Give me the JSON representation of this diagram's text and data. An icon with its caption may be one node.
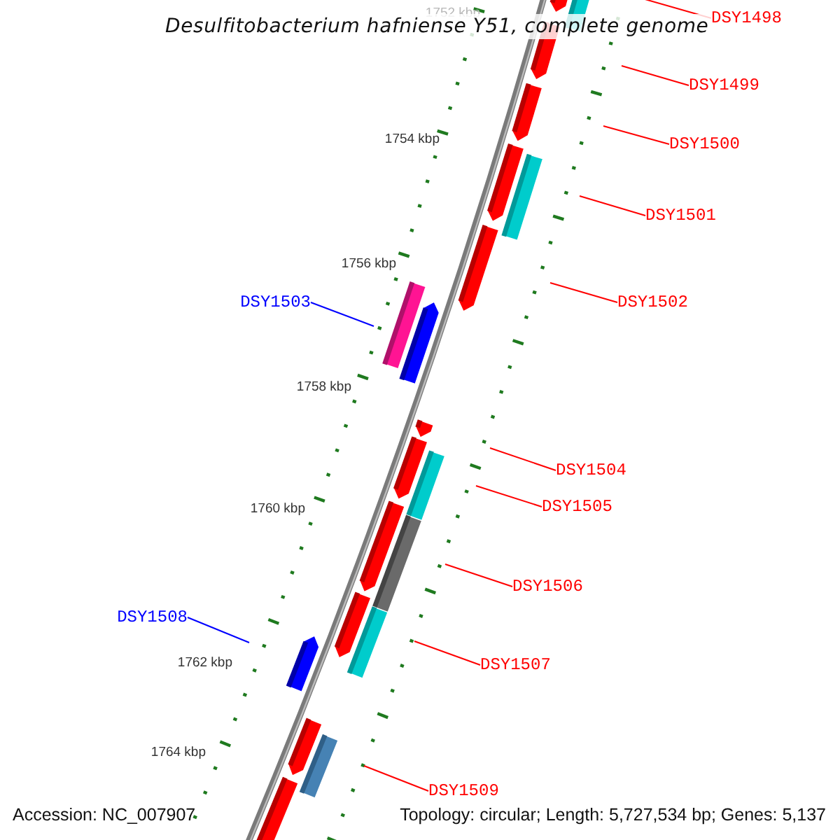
{
  "diagram": {
    "title": "Desulfitobacterium hafniense Y51, complete genome",
    "nodes": [
      {
        "text": [
          "DSY1498"
        ]
      },
      {
        "text": [
          "DSY1499"
        ]
      },
      {
        "text": [
          "DSY1500"
        ]
      },
      {
        "text": [
          "DSY1501"
        ]
      },
      {
        "text": [
          "DSY1502"
        ]
      },
      {
        "text": [
          "DSY1503"
        ]
      },
      {
        "text": [
          "DSY1504"
        ]
      },
      {
        "text": [
          "DSY1505"
        ]
      },
      {
        "text": [
          "DSY1506"
        ]
      },
      {
        "text": [
          "DSY1507"
        ]
      },
      {
        "text": [
          "DSY1508"
        ]
      },
      {
        "text": [
          "DSY1509"
        ]
      }
    ],
    "edges": [
      {
        "from": 0,
        "to": null,
        "arrow": "none"
      },
      {
        "from": 1,
        "to": null,
        "arrow": "none"
      },
      {
        "from": 2,
        "to": null,
        "arrow": "none"
      },
      {
        "from": 3,
        "to": null,
        "arrow": "none"
      },
      {
        "from": 4,
        "to": null,
        "arrow": "none"
      },
      {
        "from": 5,
        "to": null,
        "arrow": "none",
        "color": "#0000ff"
      },
      {
        "from": 6,
        "to": null,
        "arrow": "none"
      },
      {
        "from": 7,
        "to": null,
        "arrow": "none"
      },
      {
        "from": 8,
        "to": null,
        "arrow": "none"
      },
      {
        "from": 9,
        "to": null,
        "arrow": "none"
      },
      {
        "from": 10,
        "to": null,
        "arrow": "none",
        "color": "#0000ff"
      },
      {
        "from": 11,
        "to": null,
        "arrow": "none"
      }
    ],
    "labels": [
      "1752 kbp",
      "1754 kbp",
      "1756 kbp",
      "1758 kbp",
      "1760 kbp",
      "1762 kbp",
      "1764 kbp",
      "Accession: NC_007907",
      "Topology: circular; Length: 5,727,534 bp; Genes: 5,137"
    ]
  }
}
